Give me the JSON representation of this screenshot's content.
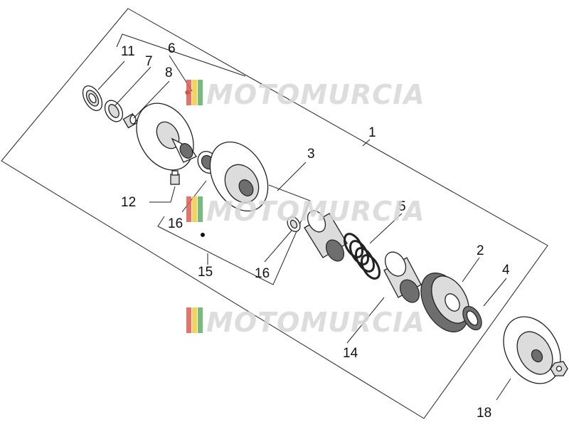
{
  "watermark": {
    "text": "MOTOMURCIA",
    "colors": {
      "text": "#d8d8d8",
      "stripe_red": "#e45a4e",
      "stripe_yellow": "#f1cd3e",
      "stripe_green": "#5fb06a"
    }
  },
  "callouts": [
    {
      "id": "1",
      "text": "1"
    },
    {
      "id": "2",
      "text": "2"
    },
    {
      "id": "3",
      "text": "3"
    },
    {
      "id": "4",
      "text": "4"
    },
    {
      "id": "5",
      "text": "5"
    },
    {
      "id": "6",
      "text": "6"
    },
    {
      "id": "7",
      "text": "7"
    },
    {
      "id": "8",
      "text": "8"
    },
    {
      "id": "11",
      "text": "11"
    },
    {
      "id": "12",
      "text": "12"
    },
    {
      "id": "14",
      "text": "14"
    },
    {
      "id": "15",
      "text": "15"
    },
    {
      "id": "16a",
      "text": "16"
    },
    {
      "id": "16b",
      "text": "16"
    },
    {
      "id": "18",
      "text": "18"
    }
  ]
}
